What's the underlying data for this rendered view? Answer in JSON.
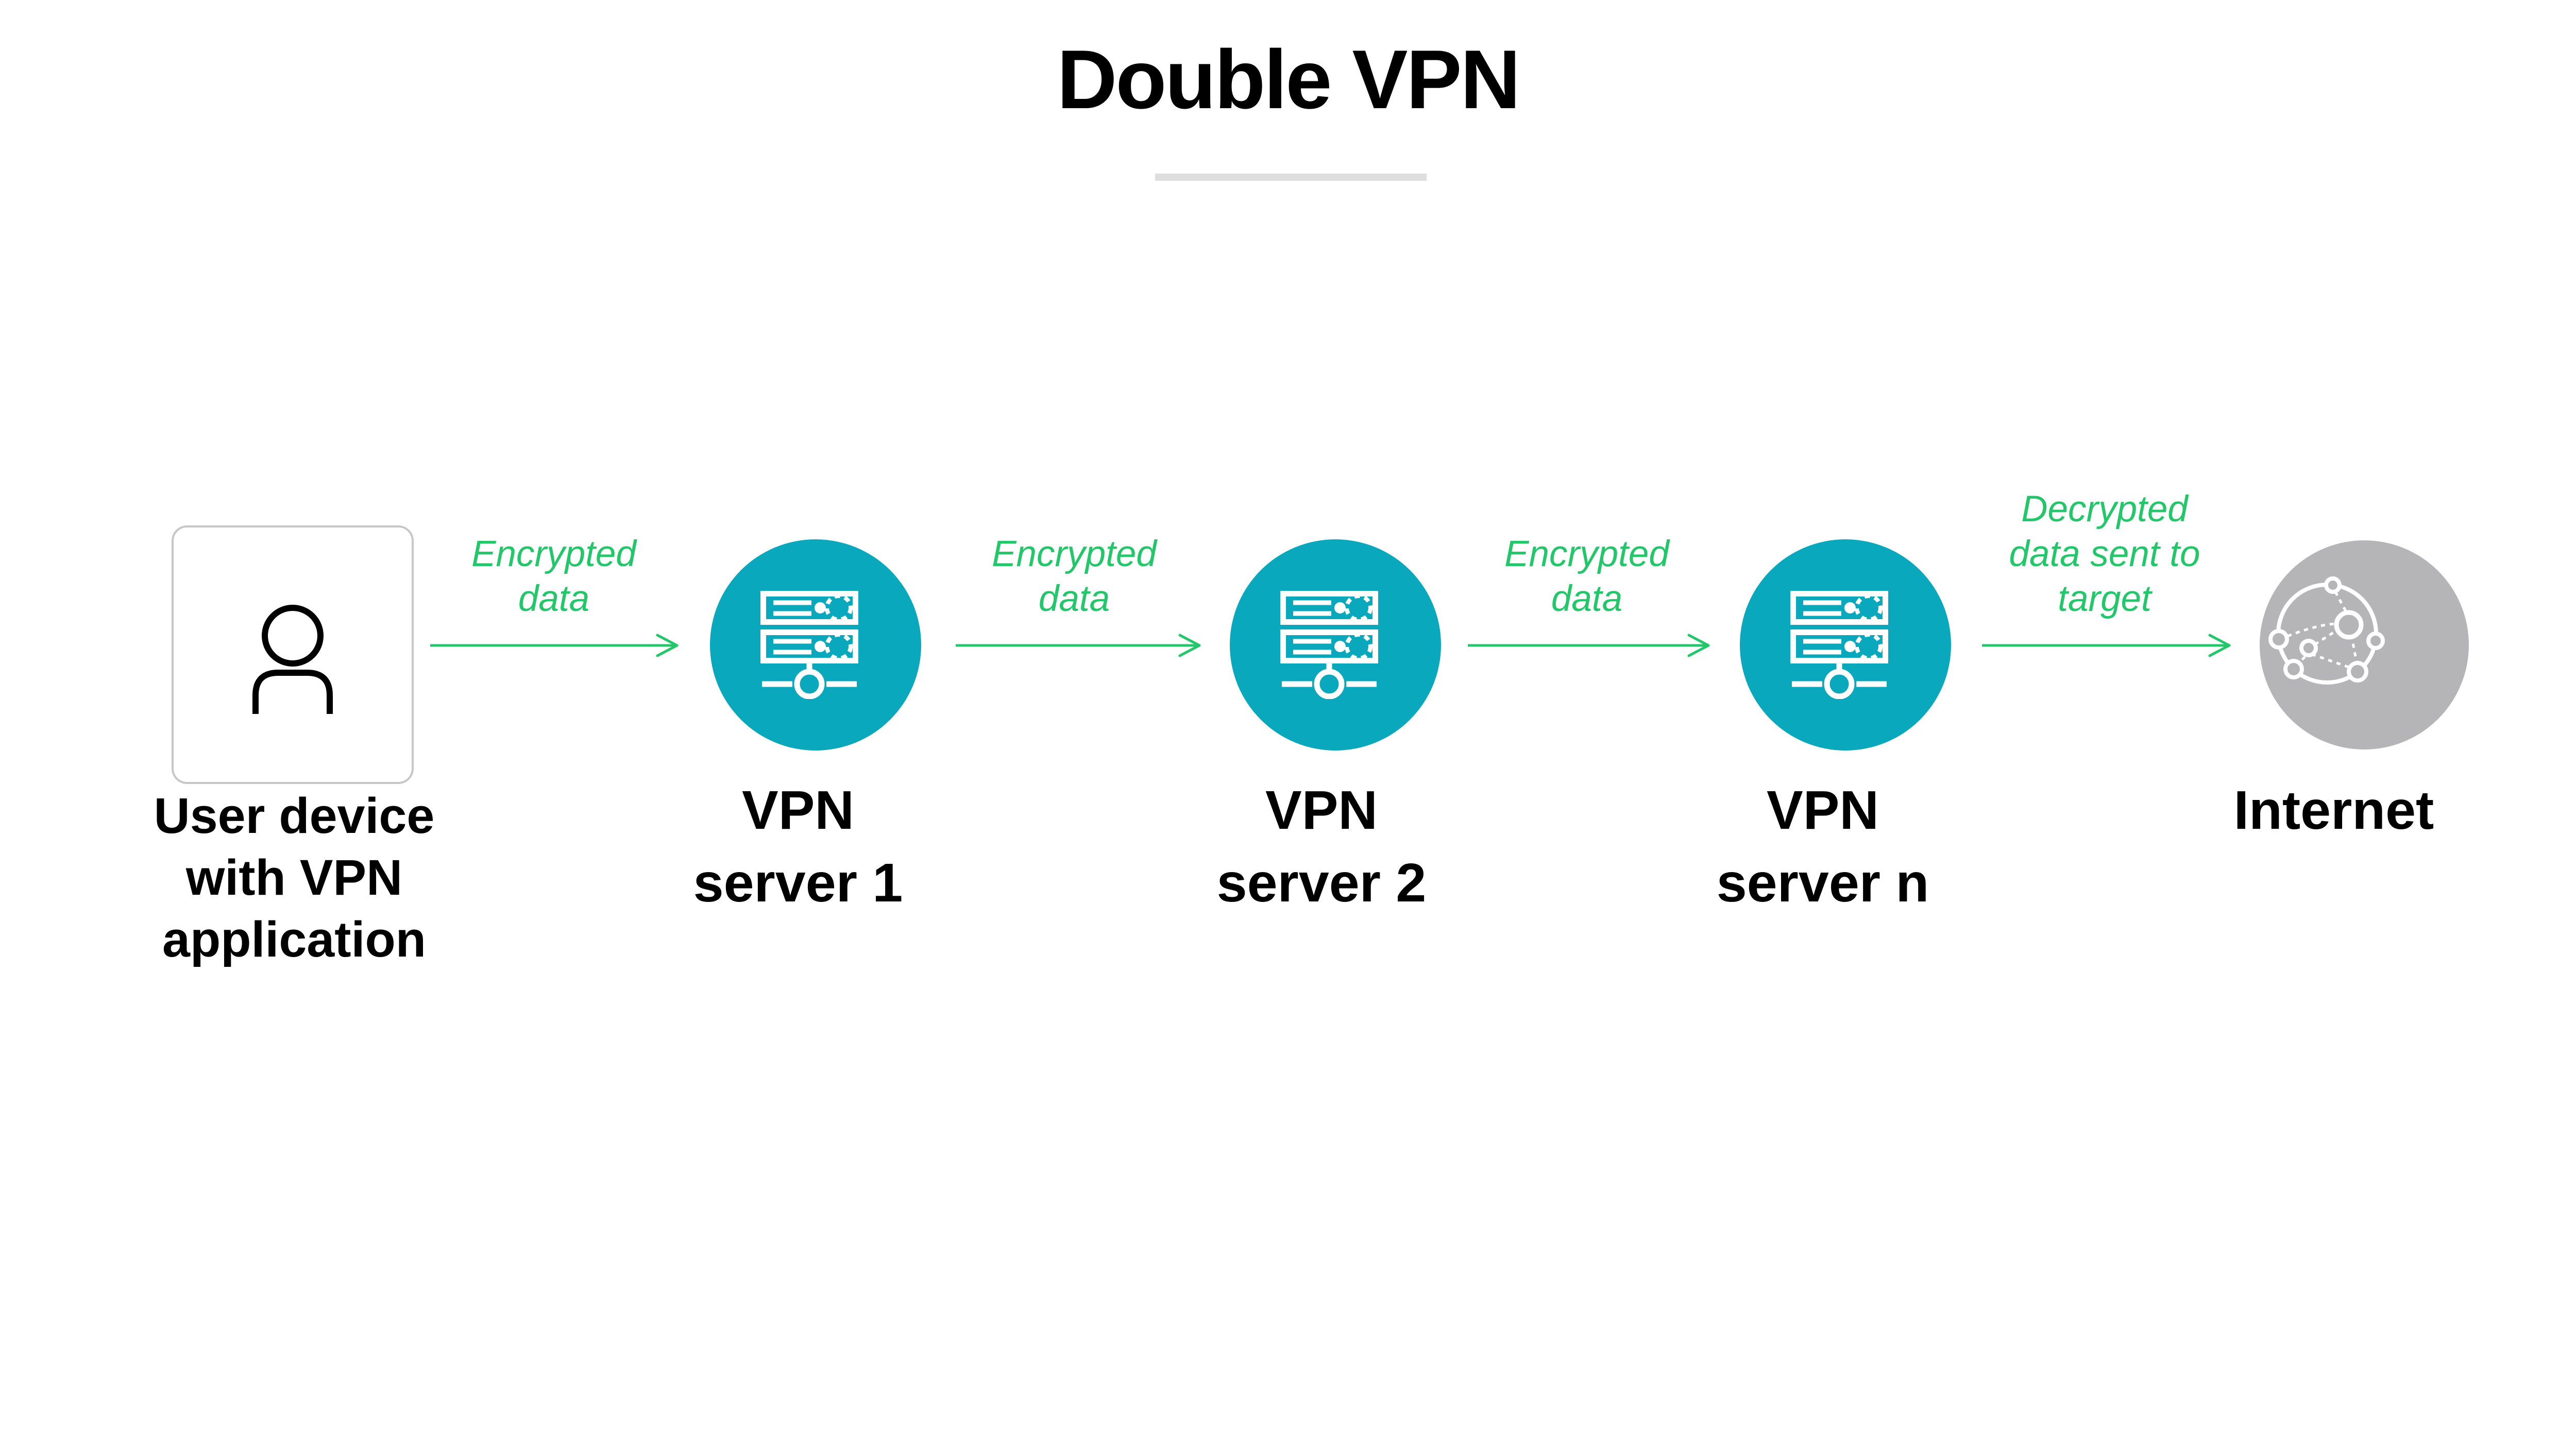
{
  "title": "Double VPN",
  "flow": {
    "nodes": [
      {
        "id": "user-device",
        "label": "User device\nwith VPN\napplication",
        "icon": "person-icon"
      },
      {
        "id": "vpn-server-1",
        "label": "VPN\nserver 1",
        "icon": "server-rack-icon"
      },
      {
        "id": "vpn-server-2",
        "label": "VPN\nserver 2",
        "icon": "server-rack-icon"
      },
      {
        "id": "vpn-server-n",
        "label": "VPN\nserver n",
        "icon": "server-rack-icon"
      },
      {
        "id": "internet",
        "label": "Internet",
        "icon": "network-globe-icon"
      }
    ],
    "arrows": [
      {
        "from": "user-device",
        "to": "vpn-server-1",
        "label": "Encrypted\ndata"
      },
      {
        "from": "vpn-server-1",
        "to": "vpn-server-2",
        "label": "Encrypted\ndata"
      },
      {
        "from": "vpn-server-2",
        "to": "vpn-server-n",
        "label": "Encrypted\ndata"
      },
      {
        "from": "vpn-server-n",
        "to": "internet",
        "label": "Decrypted\ndata sent to\ntarget"
      }
    ]
  },
  "colors": {
    "server_teal": "#09a8bd",
    "internet_gray": "#b5b5b7",
    "accent_green": "#21c768",
    "underline_gray": "#dedede",
    "text_black": "#000000"
  }
}
